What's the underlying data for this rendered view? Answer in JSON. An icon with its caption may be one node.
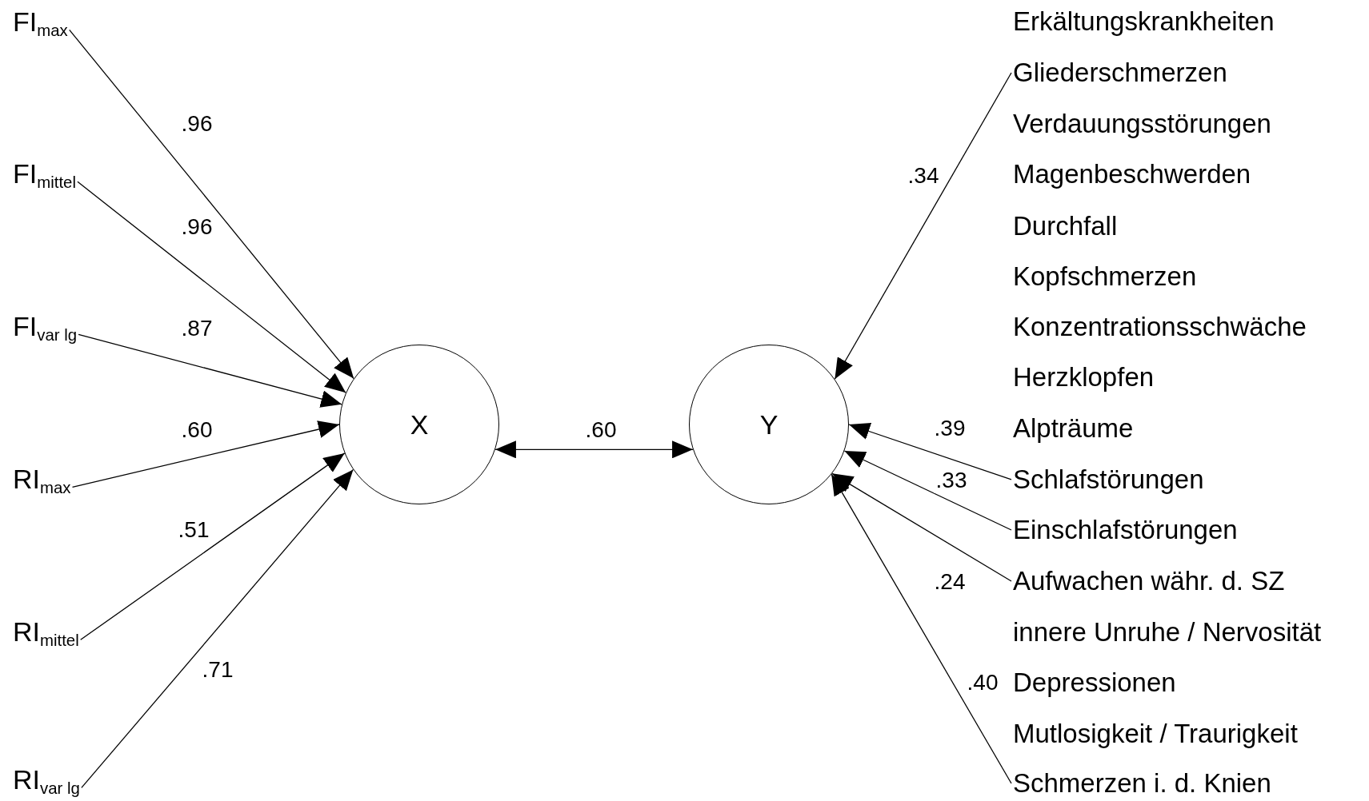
{
  "diagram": {
    "nodes": [
      {
        "text": [
          "FI$_{max}$"
        ]
      },
      {
        "text": [
          "FI$_{mittel}$"
        ]
      },
      {
        "text": [
          "FI$_{var lg}$"
        ]
      },
      {
        "text": [
          "RI$_{max}$"
        ]
      },
      {
        "text": [
          "RI$_{mittel}$"
        ]
      },
      {
        "text": [
          "RI$_{var lg}$"
        ]
      },
      {
        "text": [
          "X"
        ]
      },
      {
        "text": [
          "Y"
        ]
      },
      {
        "text": [
          "Gliederschmerzen"
        ]
      },
      {
        "text": [
          "Schlafstörungen"
        ]
      },
      {
        "text": [
          "Einschlafstörungen"
        ]
      },
      {
        "text": [
          "Aufwachen währ. d. SZ"
        ]
      },
      {
        "text": [
          "Schmerzen i. d. Knien"
        ]
      }
    ],
    "edges": [
      {
        "from": 0,
        "to": 6,
        "arrow": "to",
        "label": ".96"
      },
      {
        "from": 1,
        "to": 6,
        "arrow": "to",
        "label": ".96"
      },
      {
        "from": 2,
        "to": 6,
        "arrow": "to",
        "label": ".87"
      },
      {
        "from": 3,
        "to": 6,
        "arrow": "to",
        "label": ".60"
      },
      {
        "from": 4,
        "to": 6,
        "arrow": "to",
        "label": ".51"
      },
      {
        "from": 5,
        "to": 6,
        "arrow": "to",
        "label": ".71"
      },
      {
        "from": 6,
        "to": 7,
        "arrow": "both",
        "label": ".60"
      },
      {
        "from": 8,
        "to": 7,
        "arrow": "to",
        "label": ".34"
      },
      {
        "from": 9,
        "to": 7,
        "arrow": "to",
        "label": ".39"
      },
      {
        "from": 10,
        "to": 7,
        "arrow": "to",
        "label": ".33"
      },
      {
        "from": 11,
        "to": 7,
        "arrow": "to",
        "label": ".24"
      },
      {
        "from": 12,
        "to": 7,
        "arrow": "to",
        "label": ".40"
      }
    ],
    "labels": [
      "Erkältungskrankheiten",
      "Verdauungsstörungen",
      "Magenbeschwerden",
      "Durchfall",
      "Kopfschmerzen",
      "Konzentrationsschwäche",
      "Herzklopfen",
      "Alpträume",
      "innere Unruhe / Nervosität",
      "Depressionen",
      "Mutlosigkeit / Traurigkeit"
    ]
  }
}
